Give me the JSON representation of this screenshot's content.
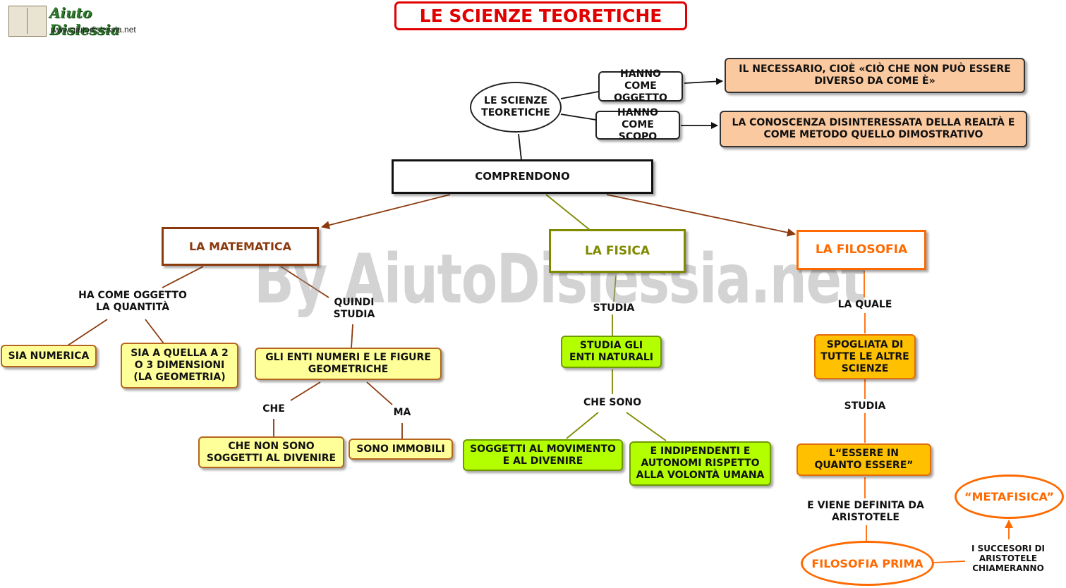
{
  "site": {
    "name": "Aiuto Dislessia",
    "url": "www.aiutodislessia.net"
  },
  "title": "LE SCIENZE TEORETICHE",
  "watermark": "By AiutoDislessia.net",
  "root": {
    "label": "LE SCIENZE TEORETICHE",
    "oggetto_link": "HANNO COME OGGETTO",
    "oggetto": "IL NECESSARIO, CIOÈ  «CIÒ CHE NON PUÒ ESSERE DIVERSO DA COME È»",
    "scopo_link": "HANNO COME SCOPO",
    "scopo": "LA CONOSCENZA DISINTERESSATA DELLA REALTÀ E COME METODO QUELLO DIMOSTRATIVO",
    "comprendono": "COMPRENDONO"
  },
  "matematica": {
    "label": "LA MATEMATICA",
    "oggetto_link": "HA COME OGGETTO LA QUANTITÀ",
    "numerica": "SIA NUMERICA",
    "dimensioni": "SIA A QUELLA A 2 O 3 DIMENSIONI (LA GEOMETRIA)",
    "studia_link": "QUINDI STUDIA",
    "enti": "GLI ENTI NUMERI E LE FIGURE GEOMETRICHE",
    "che_link": "CHE",
    "divenire": "CHE NON SONO SOGGETTI AL DIVENIRE",
    "ma_link": "MA",
    "immobili": "SONO IMMOBILI"
  },
  "fisica": {
    "label": "LA FISICA",
    "studia_link": "STUDIA",
    "enti": "STUDIA GLI ENTI NATURALI",
    "che_sono_link": "CHE SONO",
    "movimento": "SOGGETTI AL MOVIMENTO E AL DIVENIRE",
    "indipendenti": "E INDIPENDENTI E AUTONOMI RISPETTO ALLA VOLONTÀ UMANA"
  },
  "filosofia": {
    "label": "LA FILOSOFIA",
    "quale_link": "LA QUALE",
    "spogliata": "SPOGLIATA DI TUTTE LE ALTRE SCIENZE",
    "studia_link": "STUDIA",
    "essere": "L“ESSERE IN QUANTO ESSERE”",
    "definita_link": "E VIENE DEFINITA DA ARISTOTELE",
    "prima": "FILOSOFIA PRIMA",
    "successori_link": "I SUCCESORI DI ARISTOTELE CHIAMERANNO",
    "metafisica": "“METAFISICA”"
  },
  "colors": {
    "title_red": "#e00000",
    "matematica": "#8b3a0e",
    "fisica": "#7f8a00",
    "filosofia": "#ff6a00",
    "yellow_fill": "#ffff99",
    "green_fill": "#b3ff00",
    "orange_fill": "#ffc000",
    "peach_fill": "#fbc9a0"
  }
}
